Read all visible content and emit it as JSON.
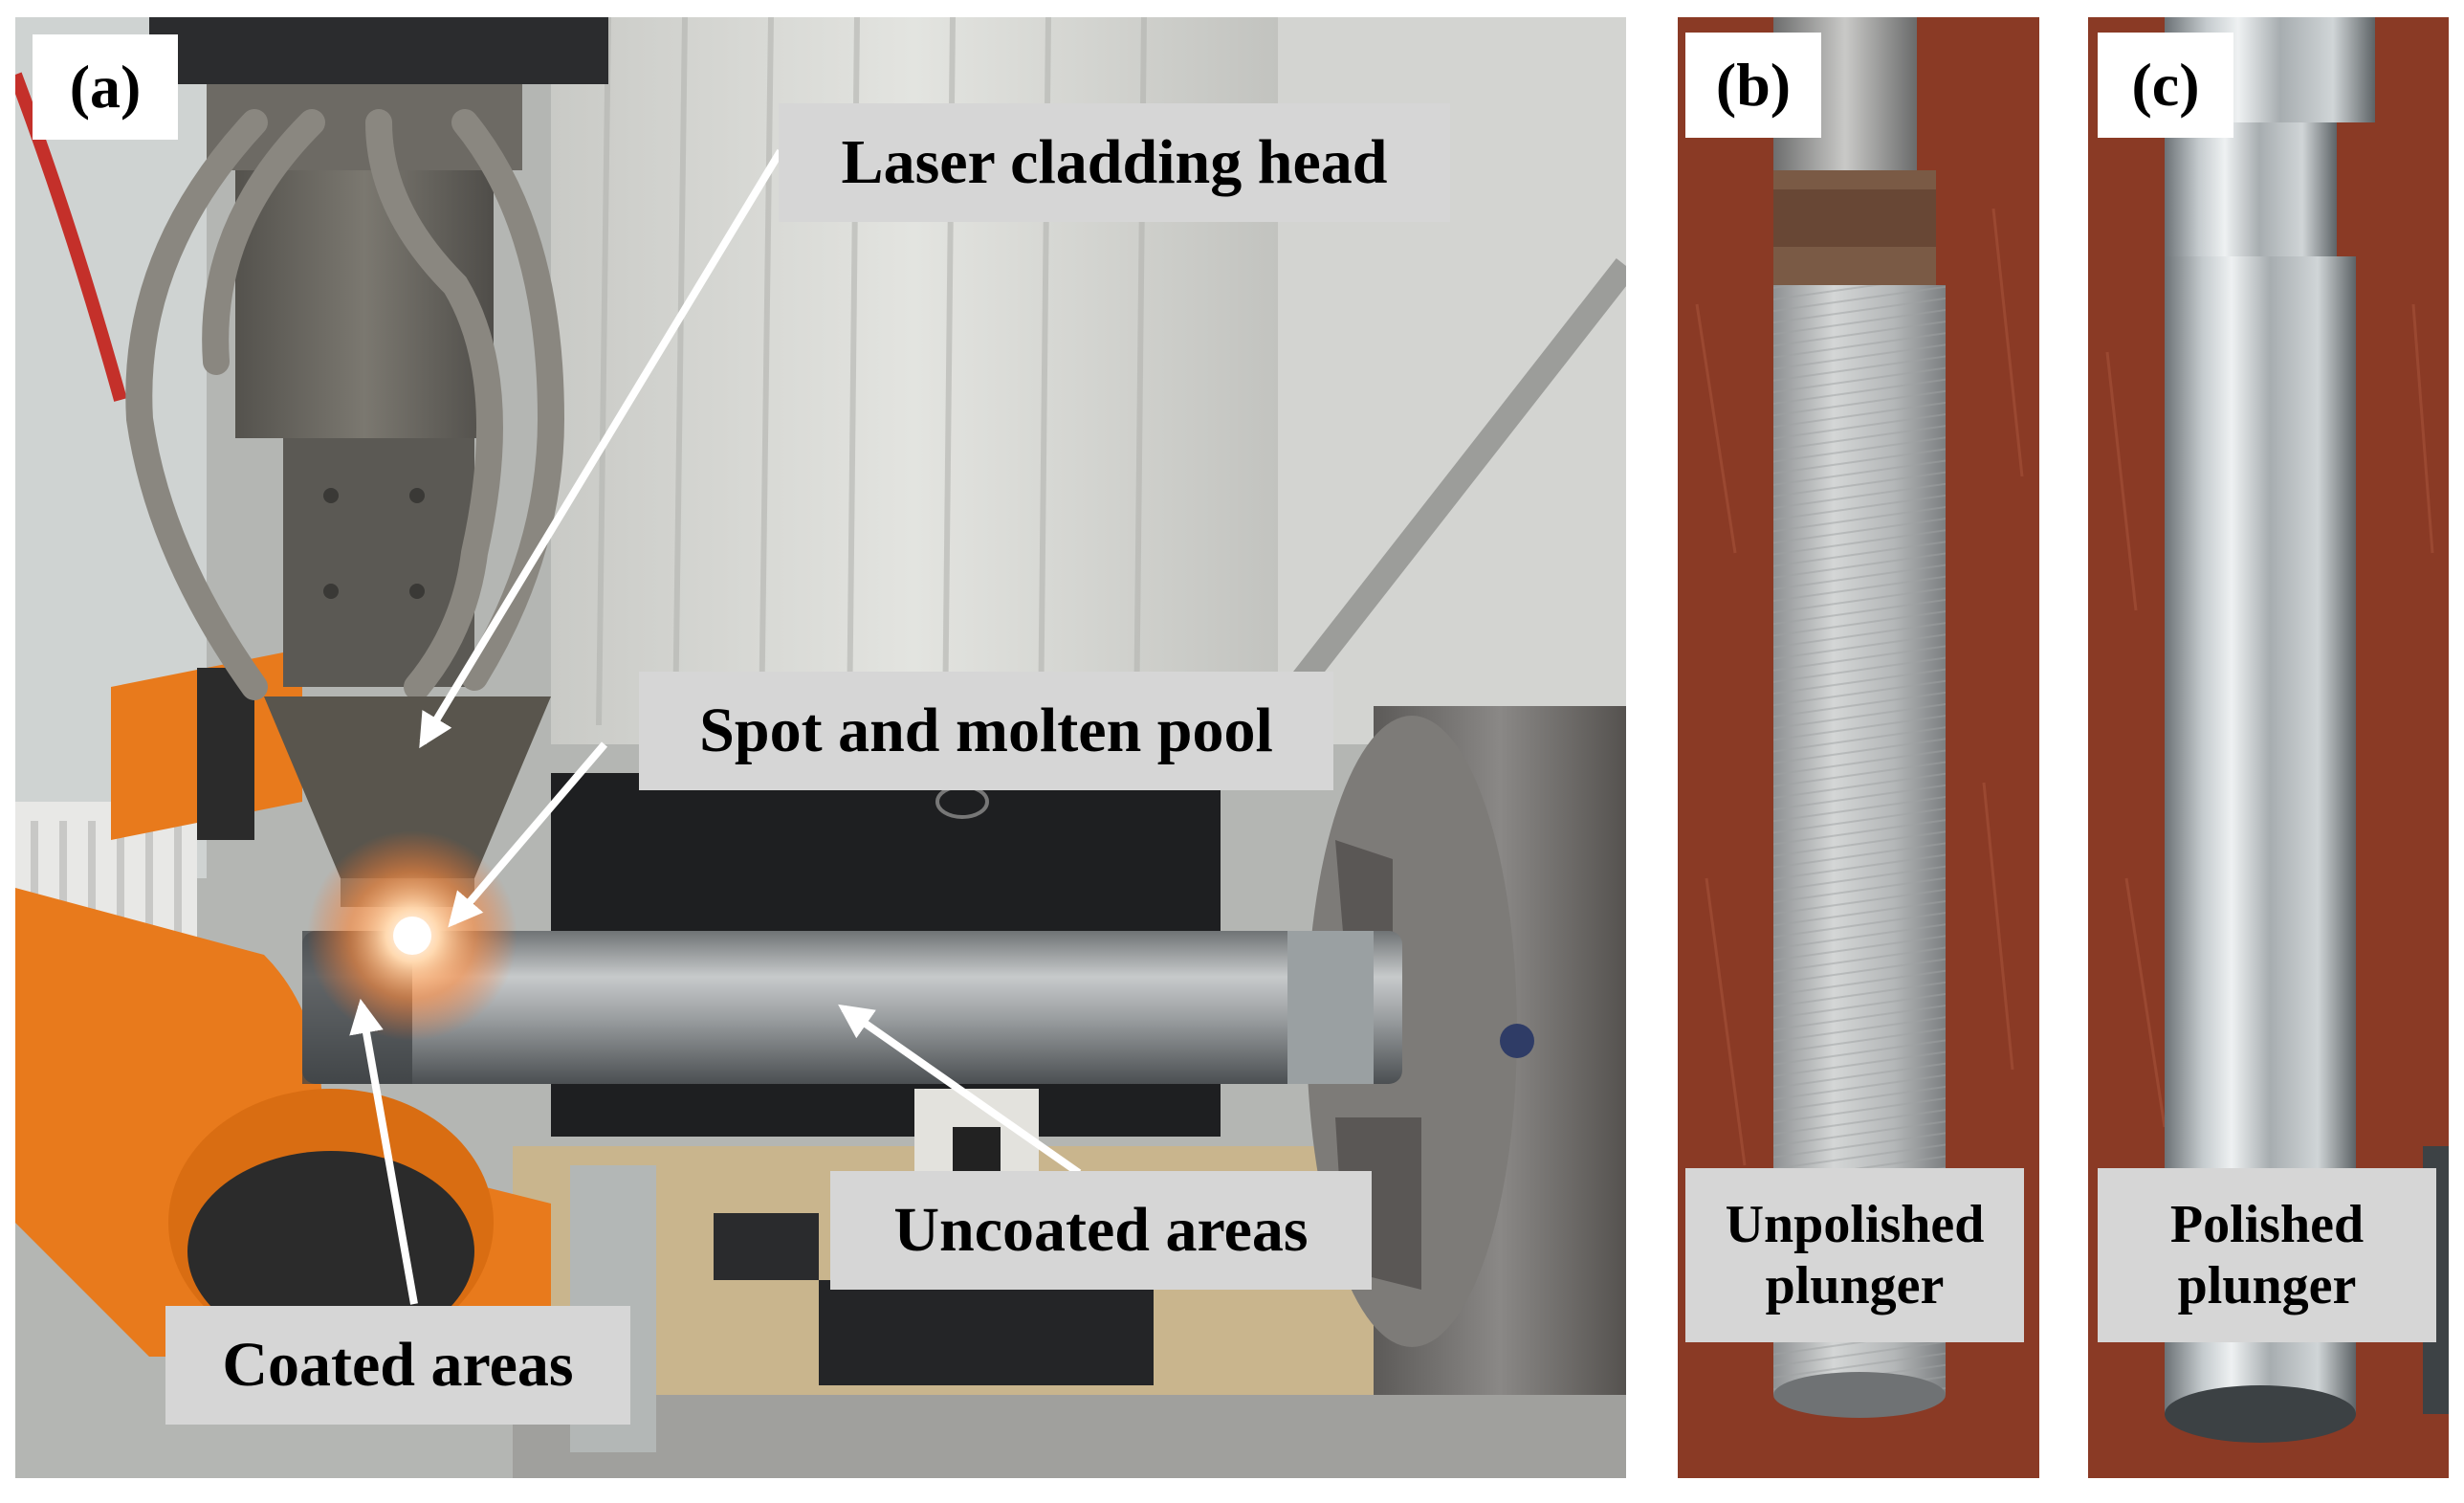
{
  "panels": {
    "a": {
      "letter": "(a)",
      "labels": {
        "laser_head": "Laser cladding head",
        "spot_pool": "Spot and molten pool",
        "uncoated": "Uncoated areas",
        "coated": "Coated areas"
      }
    },
    "b": {
      "letter": "(b)",
      "label_line1": "Unpolished",
      "label_line2": "plunger"
    },
    "c": {
      "letter": "(c)",
      "label_line1": "Polished",
      "label_line2": "plunger"
    }
  },
  "colors": {
    "label_bg": "#d6d6d6",
    "arrow": "#ffffff",
    "robot_orange": "#e87a1c",
    "table_red": "#8a3a25"
  }
}
